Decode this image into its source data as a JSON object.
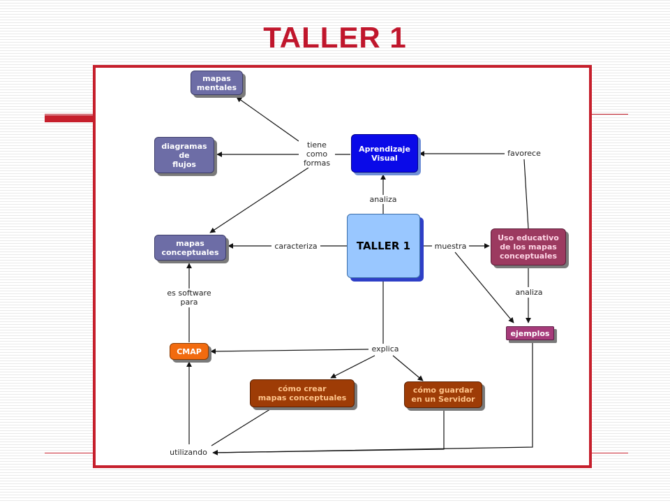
{
  "slide": {
    "title": "TALLER 1"
  },
  "map": {
    "nodes": {
      "mapas_mentales": "mapas\nmentales",
      "diagramas_flujos": "diagramas\nde\nflujos",
      "mapas_conceptuales": "mapas\nconceptuales",
      "aprendizaje_visual": "Aprendizaje\nVisual",
      "taller": "TALLER 1",
      "uso_educativo": "Uso educativo\nde los mapas\nconceptuales",
      "ejemplos": "ejemplos",
      "cmap": "CMAP",
      "como_crear": "cómo crear\nmapas conceptuales",
      "como_guardar": "cómo guardar\nen un Servidor"
    },
    "links": {
      "tiene_como_formas": "tiene\ncomo\nformas",
      "favorece": "favorece",
      "analiza_top": "analiza",
      "caracteriza": "caracteriza",
      "muestra": "muestra",
      "analiza_right": "analiza",
      "es_software_para": "es software\npara",
      "explica": "explica",
      "utilizando": "utilizando"
    }
  },
  "colors": {
    "title": "#c0162c",
    "frame": "#c61f2c",
    "slate_node": "#6d6da6",
    "blue_node": "#0a0ae8",
    "light_node": "#99c7ff",
    "maroon_node": "#9c3a60",
    "orange_node": "#f26b0f",
    "brown_node": "#9e3c06"
  }
}
